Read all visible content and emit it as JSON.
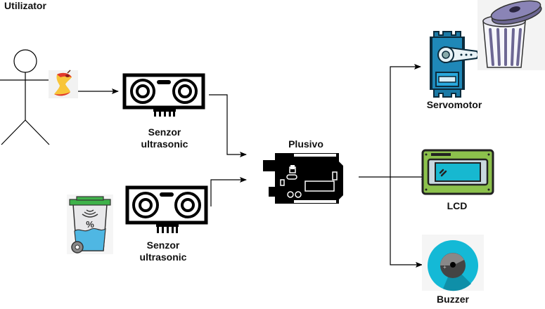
{
  "diagram": {
    "title": "",
    "nodes": {
      "user": {
        "label": "Utilizator",
        "icon": "stick-figure-icon"
      },
      "apple_core": {
        "icon": "apple-core-icon"
      },
      "sensor_top": {
        "label_line1": "Senzor",
        "label_line2": "ultrasonic",
        "icon": "ultrasonic-sensor-icon"
      },
      "smart_bin": {
        "icon": "smart-bin-icon",
        "symbol": "%"
      },
      "sensor_bottom": {
        "label_line1": "Senzor",
        "label_line2": "ultrasonic",
        "icon": "ultrasonic-sensor-icon"
      },
      "controller": {
        "label": "Plusivo",
        "icon": "arduino-board-icon"
      },
      "servo": {
        "label": "Servomotor",
        "icon": "servomotor-icon"
      },
      "trash_can": {
        "icon": "trash-can-icon"
      },
      "lcd": {
        "label": "LCD",
        "icon": "lcd-display-icon"
      },
      "buzzer": {
        "label": "Buzzer",
        "icon": "buzzer-icon"
      }
    },
    "edges": [
      {
        "from": "apple_core",
        "to": "sensor_top"
      },
      {
        "from": "sensor_top",
        "to": "controller"
      },
      {
        "from": "sensor_bottom",
        "to": "controller"
      },
      {
        "from": "controller",
        "to": "servo"
      },
      {
        "from": "controller",
        "to": "lcd"
      },
      {
        "from": "controller",
        "to": "buzzer"
      }
    ],
    "colors": {
      "line": "#000000",
      "bin_lid": "#3fb24a",
      "bin_water": "#4fb7e3",
      "servo_blue": "#1a7aa6",
      "lcd_green": "#8cc14c",
      "lcd_screen": "#17b8d0",
      "buzzer_cyan": "#14b9d6",
      "trash_purple": "#7f78a8"
    }
  }
}
